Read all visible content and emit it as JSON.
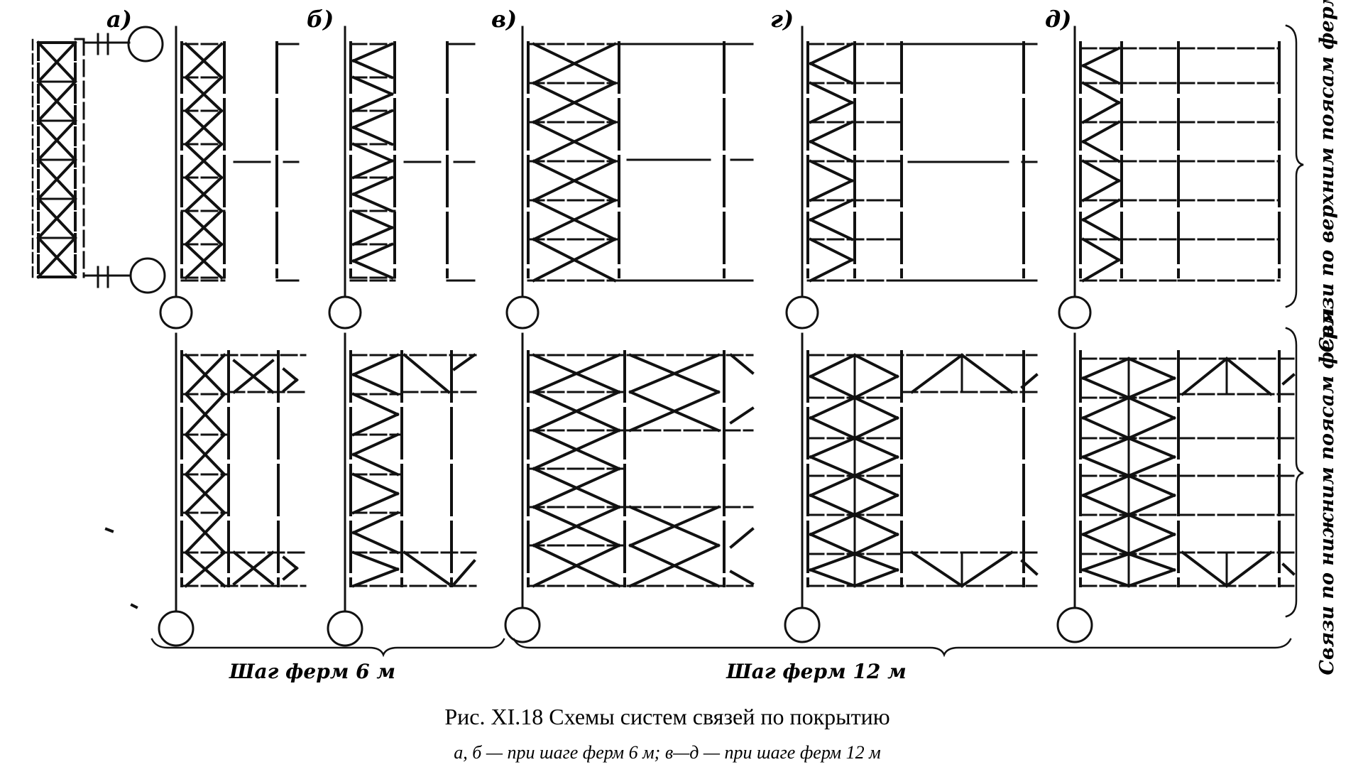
{
  "figure": {
    "panel_labels": [
      "а)",
      "б)",
      "в)",
      "г)",
      "д)"
    ],
    "side_labels": {
      "top": "Связи по верхним поясам ферм",
      "bottom": "Связи по нижним поясам ферм"
    },
    "spacing_labels": {
      "six": "Шаг ферм 6 м",
      "twelve": "Шаг ферм 12 м"
    },
    "caption": "Рис. XI.18 Схемы систем связей по покрытию",
    "subcaption": "а, б — при шаге ферм 6 м; в—д — при шаге ферм 12 м",
    "colors": {
      "ink": "#111111",
      "paper": "#ffffff"
    }
  }
}
